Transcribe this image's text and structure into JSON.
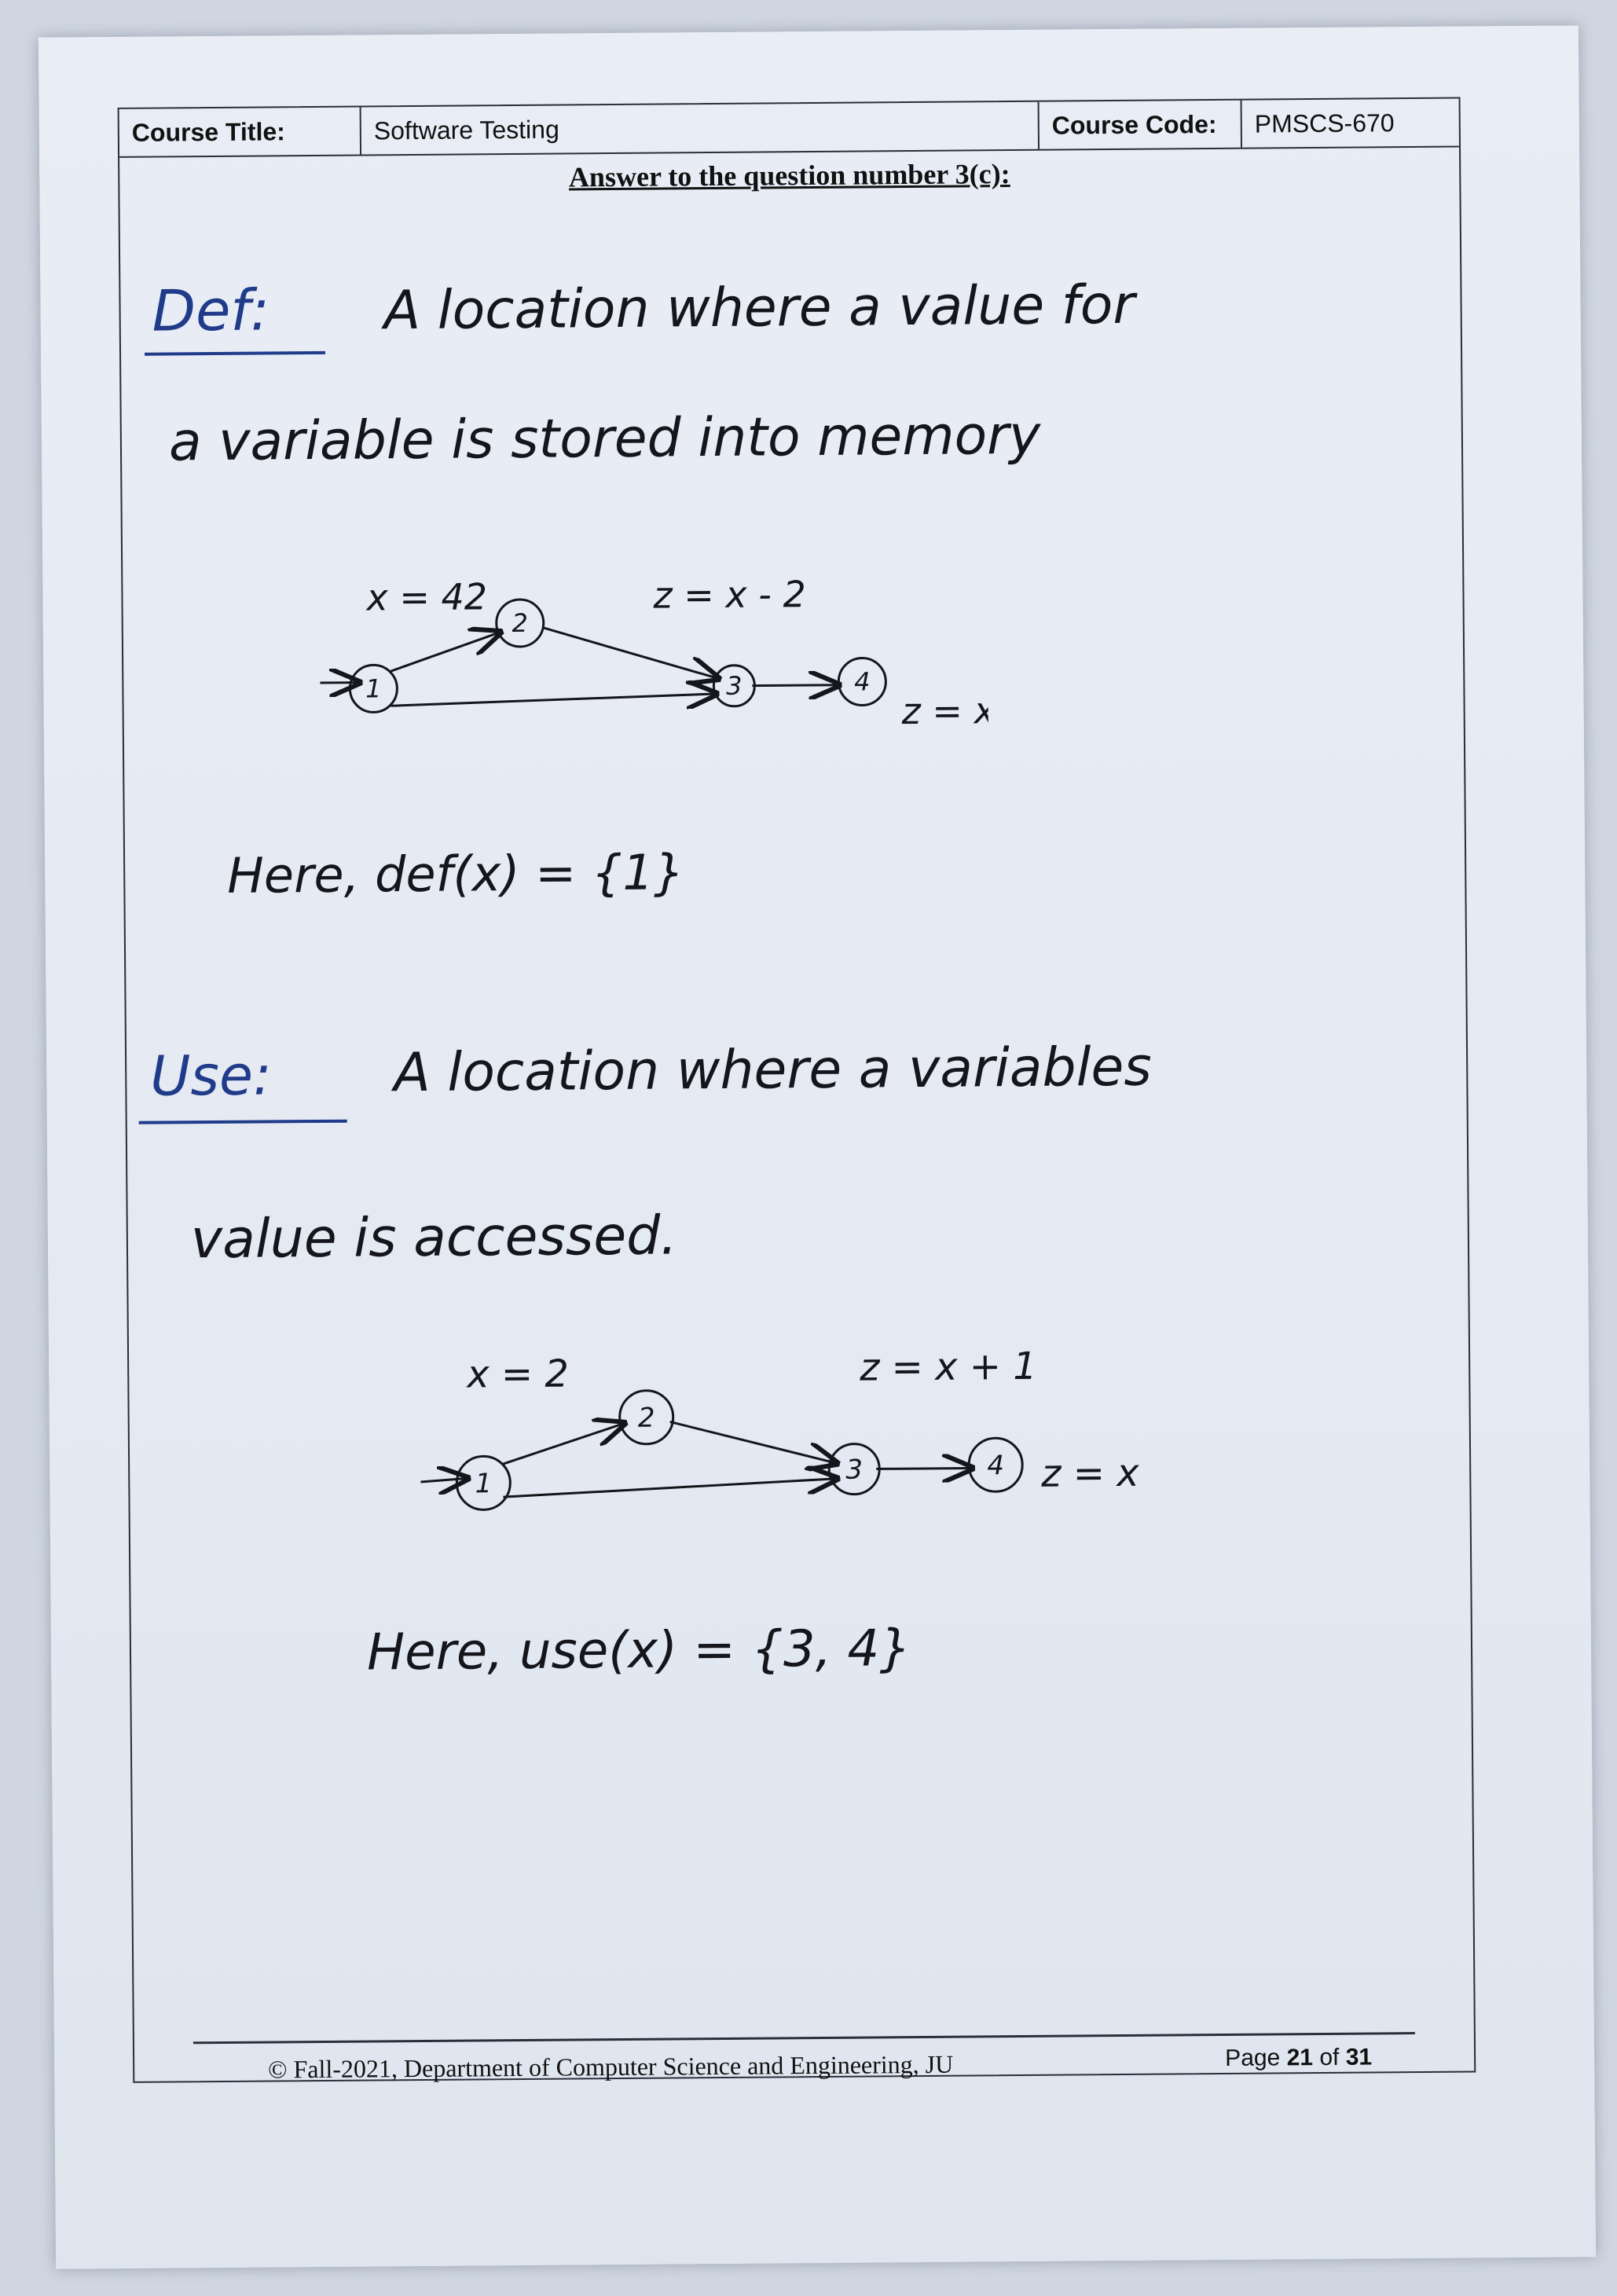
{
  "header": {
    "course_title_label": "Course Title:",
    "course_title": "Software Testing",
    "course_code_label": "Course Code:",
    "course_code": "PMSCS-670"
  },
  "heading": "Answer to the question number 3(c):",
  "def": {
    "label": "Def:",
    "line1": "A location where a value for",
    "line2": "a variable is stored into memory",
    "graph": {
      "nodes": [
        "1",
        "2",
        "3",
        "4"
      ],
      "node1_note": "x = 42",
      "node3_note": "z = x - 2",
      "node4_note": "z = x"
    },
    "result": "Here,  def(x) = {1}"
  },
  "use": {
    "label": "Use:",
    "line1": "A location where a variables",
    "line2": "value is accessed.",
    "graph": {
      "nodes": [
        "1",
        "2",
        "3",
        "4"
      ],
      "node1_note": "x = 2",
      "node3_note": "z = x + 1",
      "node4_note": "z = x"
    },
    "result": "Here,  use(x) = {3, 4}"
  },
  "footer": {
    "copyright": "© Fall-2021,  Department of Computer Science and Engineering, JU",
    "page_label": "Page",
    "page_number": "21",
    "of_label": "of",
    "total_pages": "31"
  },
  "colors": {
    "ink_black": "#14161c",
    "ink_blue": "#1f3b8a",
    "paper": "#e6ebf3"
  }
}
